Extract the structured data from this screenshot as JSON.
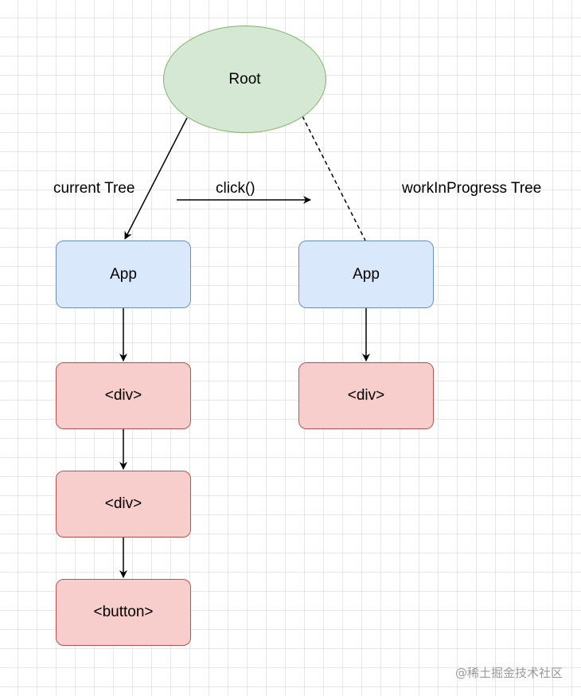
{
  "diagram": {
    "root": {
      "label": "Root"
    },
    "current_tree": {
      "title": "current Tree",
      "app": "App",
      "div1": "<div>",
      "div2": "<div>",
      "button": "<button>"
    },
    "action": {
      "label": "click()"
    },
    "wip_tree": {
      "title": "workInProgress Tree",
      "app": "App",
      "div1": "<div>"
    }
  },
  "watermark": {
    "text": "@稀土掘金技术社区"
  },
  "colors": {
    "root_fill": "#d5e8d4",
    "root_stroke": "#82b366",
    "app_fill": "#dae8fc",
    "app_stroke": "#6c8ebf",
    "element_fill": "#f8cecc",
    "element_stroke": "#b85450"
  }
}
